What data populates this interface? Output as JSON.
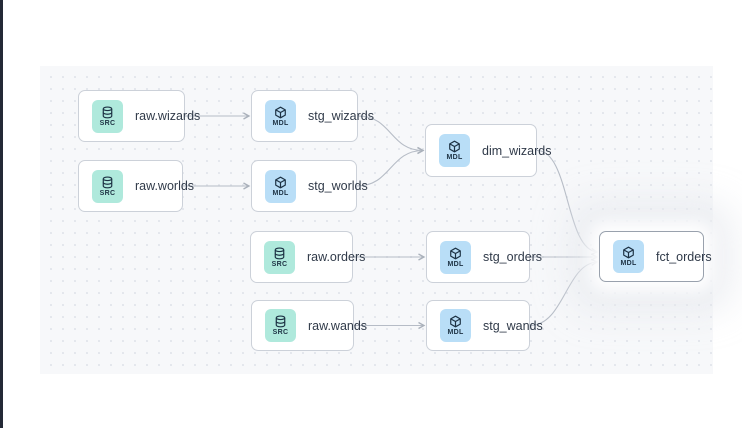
{
  "colors": {
    "canvas_bg": "#f7f8fa",
    "canvas_dot": "#e3e6ec",
    "node_border": "#ccd1d9",
    "edge": "#b2b8c2",
    "source_badge_bg": "#afe9dc",
    "model_badge_bg": "#b9def7",
    "badge_text": "#1d3244",
    "label_text": "#303a49",
    "window_edge": "#232936"
  },
  "nodes": [
    {
      "id": "raw.wizards",
      "kind": "source",
      "badge": "SRC",
      "label": "raw.wizards"
    },
    {
      "id": "stg_wizards",
      "kind": "model",
      "badge": "MDL",
      "label": "stg_wizards"
    },
    {
      "id": "raw.worlds",
      "kind": "source",
      "badge": "SRC",
      "label": "raw.worlds"
    },
    {
      "id": "stg_worlds",
      "kind": "model",
      "badge": "MDL",
      "label": "stg_worlds"
    },
    {
      "id": "dim_wizards",
      "kind": "model",
      "badge": "MDL",
      "label": "dim_wizards"
    },
    {
      "id": "raw.orders",
      "kind": "source",
      "badge": "SRC",
      "label": "raw.orders"
    },
    {
      "id": "stg_orders",
      "kind": "model",
      "badge": "MDL",
      "label": "stg_orders"
    },
    {
      "id": "fct_orders",
      "kind": "model",
      "badge": "MDL",
      "label": "fct_orders",
      "highlighted": true
    },
    {
      "id": "raw.wands",
      "kind": "source",
      "badge": "SRC",
      "label": "raw.wands"
    },
    {
      "id": "stg_wands",
      "kind": "model",
      "badge": "MDL",
      "label": "stg_wands"
    }
  ],
  "edges": [
    {
      "from": "raw.wizards",
      "to": "stg_wizards"
    },
    {
      "from": "raw.worlds",
      "to": "stg_worlds"
    },
    {
      "from": "stg_wizards",
      "to": "dim_wizards"
    },
    {
      "from": "stg_worlds",
      "to": "dim_wizards"
    },
    {
      "from": "raw.orders",
      "to": "stg_orders"
    },
    {
      "from": "raw.wands",
      "to": "stg_wands"
    },
    {
      "from": "dim_wizards",
      "to": "fct_orders"
    },
    {
      "from": "stg_orders",
      "to": "fct_orders"
    },
    {
      "from": "stg_wands",
      "to": "fct_orders"
    }
  ]
}
